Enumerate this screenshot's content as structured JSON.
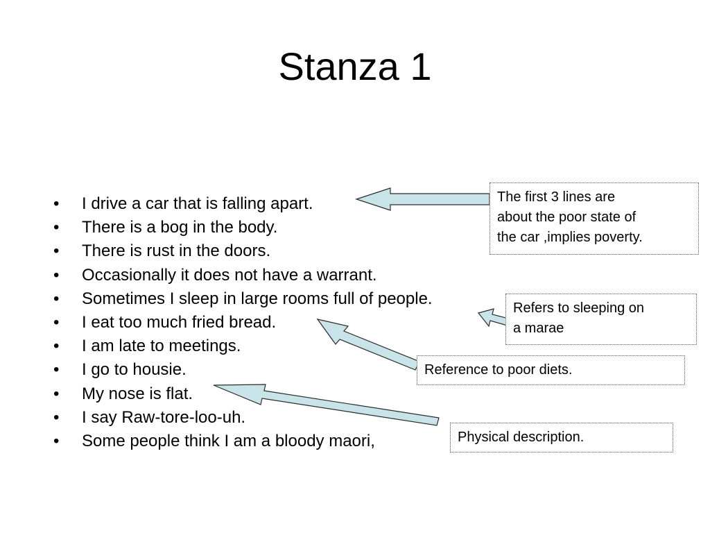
{
  "slide": {
    "title": "Stanza 1",
    "bullet_glyph": "•",
    "bullets": [
      "I drive a car that is falling apart.",
      "There is a bog in the body.",
      "There is rust in the doors.",
      "Occasionally it does not have a warrant.",
      "Sometimes I sleep in large rooms full of people.",
      "I eat too much fried bread.",
      "I am late to meetings.",
      "I go to housie.",
      "My nose is flat.",
      "I say Raw-tore-loo-uh.",
      "Some people think I am a bloody maori,"
    ],
    "notes": [
      {
        "lines": [
          "The first 3 lines are",
          "about the poor state of",
          "the car ,implies  poverty."
        ]
      },
      {
        "lines": [
          "Refers to sleeping on",
          "a marae"
        ]
      },
      {
        "lines": [
          "Reference to poor diets."
        ]
      },
      {
        "lines": [
          "Physical description."
        ]
      }
    ],
    "colors": {
      "arrow_fill": "#c8e4e8",
      "arrow_stroke": "#2b2b2b",
      "note_border": "#555555"
    }
  }
}
